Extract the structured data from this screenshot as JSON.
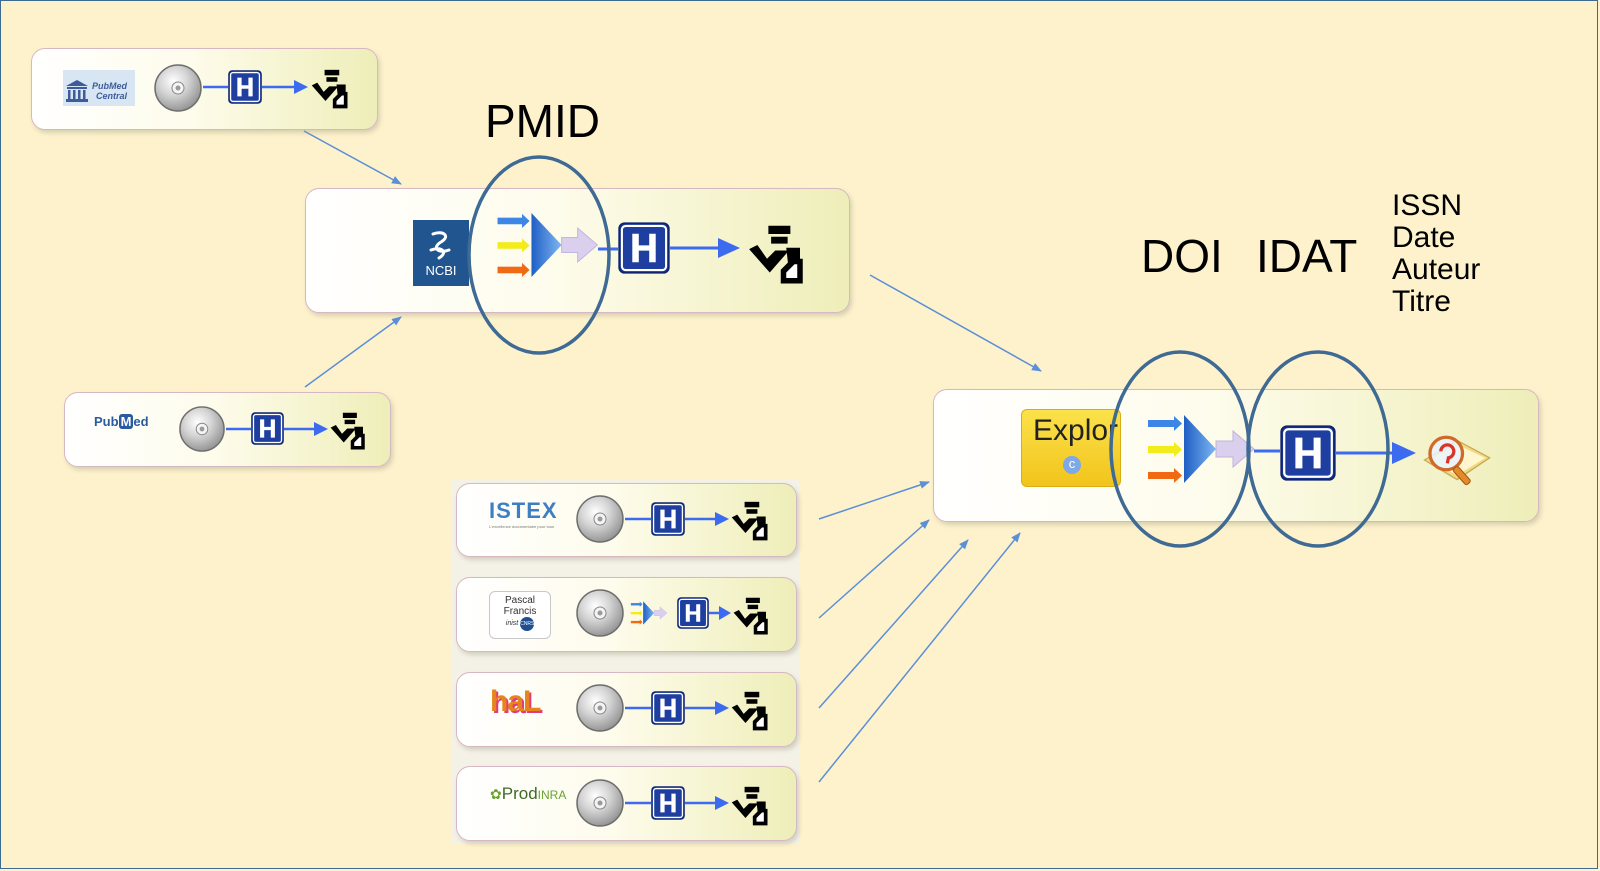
{
  "labels": {
    "pmid": "PMID",
    "doi": "DOI",
    "idat": "IDAT",
    "metadata": [
      "ISSN",
      "Date",
      "Auteur",
      "Titre"
    ]
  },
  "sources": {
    "pmc": {
      "logo_line1": "PubMed",
      "logo_line2": "Central"
    },
    "ncbi": {
      "logo": "NCBI"
    },
    "pubmed": {
      "logo_pre": "Pub",
      "logo_mid": "M",
      "logo_post": "ed"
    },
    "istex": {
      "logo": "ISTEX",
      "tagline": "L'excellence documentaire pour tous"
    },
    "pascal": {
      "logo_line1": "Pascal",
      "logo_line2": "Francis",
      "logo_line3": "inist",
      "logo_badge": "CNRS"
    },
    "hal": {
      "logo": "haL"
    },
    "prodinra": {
      "logo_pre": "Prod",
      "logo_post": "INRA"
    },
    "explor": {
      "logo": "Explor",
      "badge": "c"
    }
  },
  "colors": {
    "background": "#FEF2CD",
    "ellipse": "#3E6A94",
    "connector": "#5B8FD6",
    "hbox": "#1E3FA0",
    "flow_arrow": "#3D6BF0"
  }
}
